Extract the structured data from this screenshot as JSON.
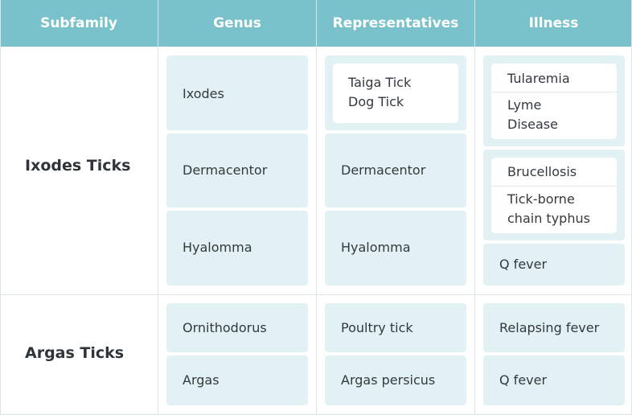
{
  "header": {
    "subfamily": "Subfamily",
    "genus": "Genus",
    "representatives": "Representatives",
    "illness": "Illness"
  },
  "rows": [
    {
      "subfamily": "Ixodes Ticks",
      "genus": [
        "Ixodes",
        "Dermacentor",
        "Hyalomma"
      ],
      "representatives": {
        "ixodes": [
          "Taiga Tick",
          "Dog Tick"
        ],
        "dermacentor": "Dermacentor",
        "hyalomma": "Hyalomma"
      },
      "illness": {
        "group1": [
          "Tularemia",
          "Lyme",
          "Disease"
        ],
        "group2": [
          "Brucellosis",
          "Tick-borne",
          "chain typhus"
        ],
        "group3": "Q fever"
      }
    },
    {
      "subfamily": "Argas Ticks",
      "genus": [
        "Ornithodorus",
        "Argas"
      ],
      "representatives": [
        "Poultry tick",
        "Argas persicus"
      ],
      "illness": [
        "Relapsing fever",
        "Q fever"
      ]
    }
  ]
}
